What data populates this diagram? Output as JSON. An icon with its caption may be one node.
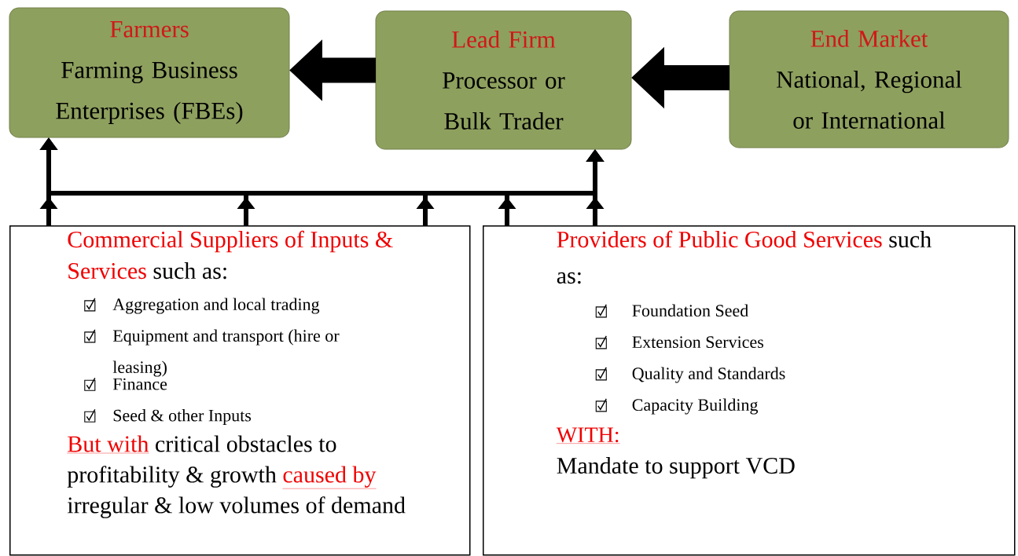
{
  "diagram": {
    "nodes": [
      {
        "text": [
          "Farmers",
          "Farming Business Enterprises (FBEs)"
        ]
      },
      {
        "text": [
          "Lead Firm",
          "Processor or Bulk Trader"
        ]
      },
      {
        "text": [
          "End Market",
          "National, Regional or International"
        ]
      },
      {
        "text": [
          "Commercial Suppliers of Inputs & Services",
          "such as:",
          "Aggregation and local trading",
          "Equipment  and transport (hire or leasing)",
          "Finance",
          "Seed & other Inputs",
          "But with",
          "critical obstacles to profitability & growth",
          "caused by",
          "irregular & low volumes of demand"
        ]
      },
      {
        "text": [
          "Providers of Public Good Services",
          "such as:",
          "Foundation Seed",
          "Extension Services",
          "Quality and Standards",
          "Capacity Building",
          "WITH:",
          "Mandate to support VCD"
        ]
      }
    ],
    "edges": [
      {
        "from": 1,
        "to": 0,
        "arrow": "to",
        "style": "thick"
      },
      {
        "from": 2,
        "to": 1,
        "arrow": "to",
        "style": "thick"
      },
      {
        "from": 3,
        "to": 0,
        "arrow": "to"
      },
      {
        "from": 3,
        "to": 1,
        "arrow": "to"
      },
      {
        "from": 3,
        "to": 1,
        "arrow": "to"
      },
      {
        "from": 4,
        "to": 0,
        "arrow": "to"
      },
      {
        "from": 4,
        "to": 1,
        "arrow": "to"
      }
    ]
  }
}
